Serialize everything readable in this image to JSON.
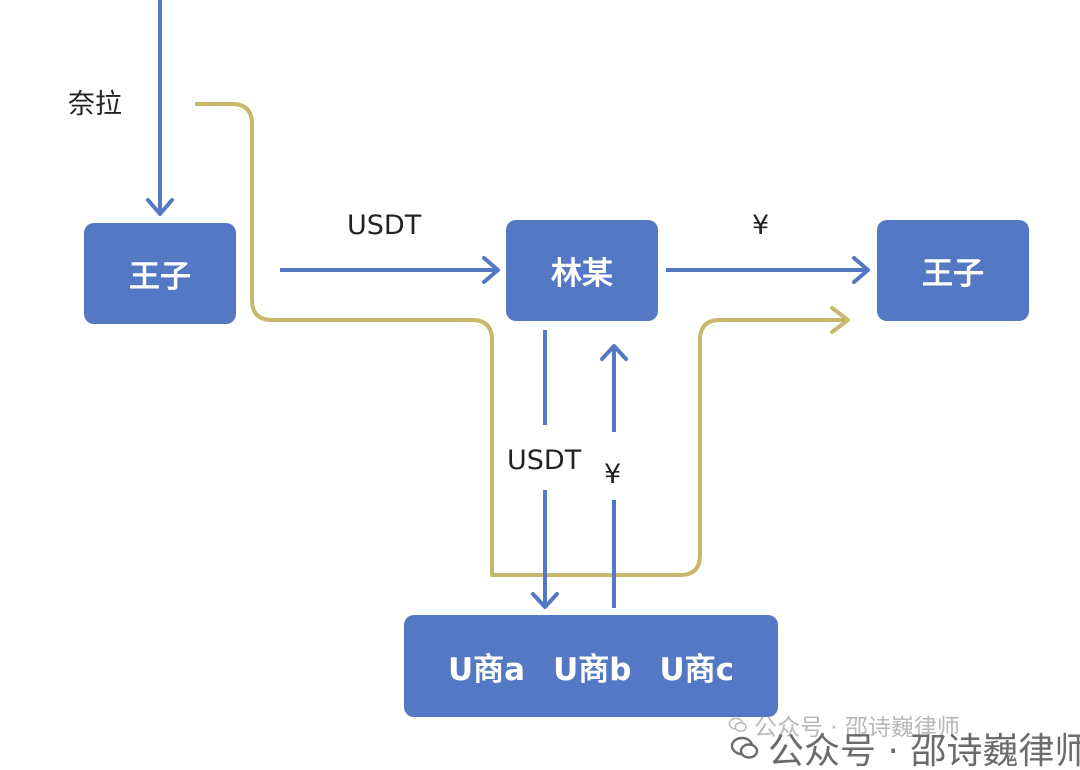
{
  "nodes": {
    "wangzi_left": "王子",
    "lin": "林某",
    "wangzi_right": "王子",
    "u_merchants": [
      "U商a",
      "U商b",
      "U商c"
    ]
  },
  "edge_labels": {
    "nala": "奈拉",
    "usdt_top": "USDT",
    "yen_top": "¥",
    "usdt_down": "USDT",
    "yen_up": "¥"
  },
  "watermark": {
    "small": "公众号 · 邵诗巍律师",
    "big": "公众号 · 邵诗巍律师"
  },
  "colors": {
    "box_fill": "#5478c3",
    "arrow_blue": "#5478c3",
    "flow_gold": "#c9b86a",
    "text": "#222222"
  }
}
